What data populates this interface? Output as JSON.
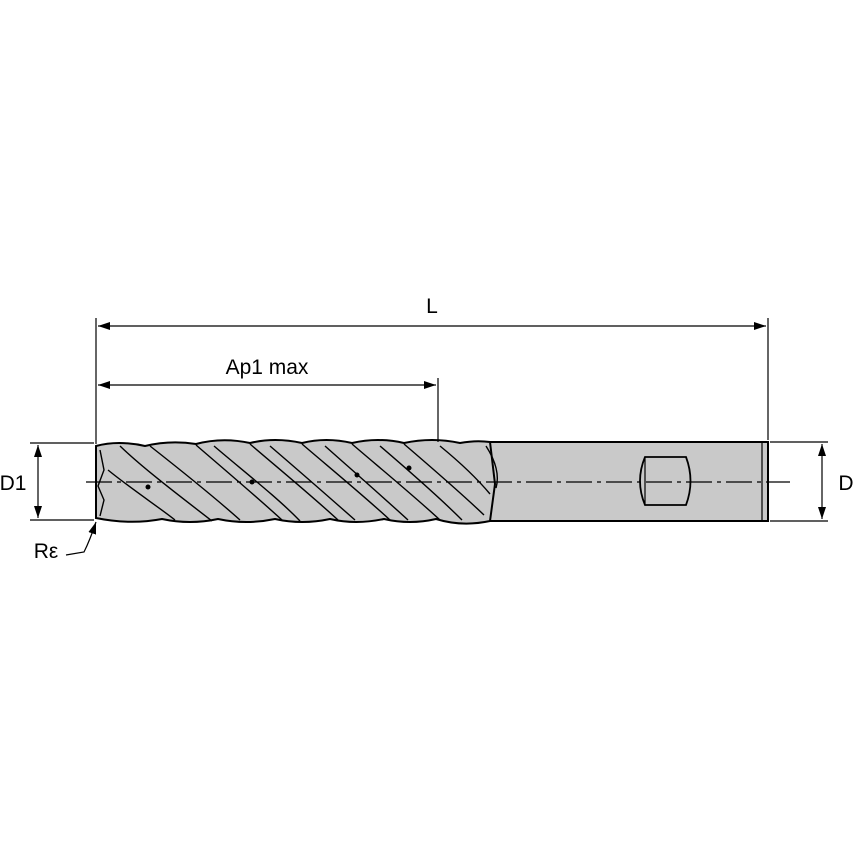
{
  "labels": {
    "overall_length": "L",
    "max_depth_of_cut": "Ap1 max",
    "cutting_diameter": "D1",
    "shank_diameter": "D",
    "corner_radius": "Rε"
  },
  "colors": {
    "tool_fill": "#c9c9c9",
    "outline": "#000000",
    "background": "#ffffff"
  }
}
